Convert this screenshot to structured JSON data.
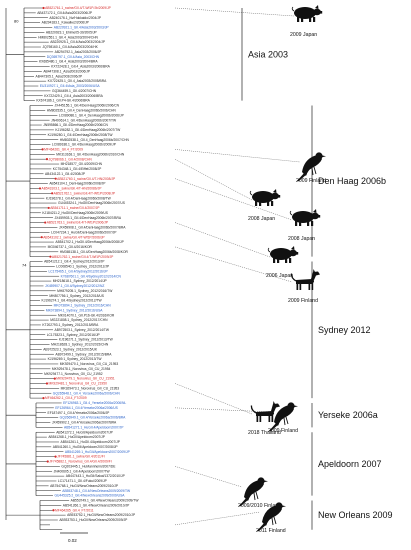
{
  "colors": {
    "black": "#222222",
    "red": "#d62a2a",
    "blue": "#2a62c9"
  },
  "clades": [
    {
      "name": "Asia 2003"
    },
    {
      "name": "Den Haag 2006b"
    },
    {
      "name": "Sydney 2012"
    },
    {
      "name": "Yerseke 2006a"
    },
    {
      "name": "Apeldoorn 2007"
    },
    {
      "name": "New Orleans 2009"
    }
  ],
  "annotations": [
    "2009 Japan",
    "2009 Finland",
    "2008 Japan",
    "2008 Japan",
    "2006 Japan",
    "2009 Finland",
    "2018 Thailand",
    "2009 Finland",
    "2009/2010 Finland",
    "2011 Finland"
  ],
  "bootstrap": [
    "80",
    "74"
  ],
  "scale_label": "0.02",
  "tips": [
    {
      "label": "AB521761.1_swine/GII.4/T-Wf1P/Jb/2009/JP",
      "color": "red"
    },
    {
      "label": "AB437172.1_GII.4/Asia2003/2006/JP",
      "color": "black"
    },
    {
      "label": "AB240176.1_Nv/Hokkaido/2004/JP",
      "color": "black"
    },
    {
      "label": "AB294183.1_Kawaike2/2006/JP",
      "color": "black"
    },
    {
      "label": "AB220921.1_GII.4/Asia2003/2003/JP",
      "color": "blue"
    },
    {
      "label": "AB220923.1_Ehime05-30/2005/JP",
      "color": "black"
    },
    {
      "label": "HM802551.1_GII.4_Asia2003/2004/CHN",
      "color": "black"
    },
    {
      "label": "AB220925.1_GII.4/Asia2003/2004/JP",
      "color": "black"
    },
    {
      "label": "JQ798160.1_GII.4/Asia2003/2004/HK",
      "color": "black"
    },
    {
      "label": "AB294792.1_Asia2003/2006/JP",
      "color": "black"
    },
    {
      "label": "DQ369797.1_GII.4/Asia_2003/CHN",
      "color": "blue"
    },
    {
      "label": "KX685480.1_GII.4_Asia2003/2004/BRA",
      "color": "black"
    },
    {
      "label": "KX722428.1_GII.4_Asia2003/2006/BRA",
      "color": "black"
    },
    {
      "label": "AB447308.1_Asia2003/2006/JP",
      "color": "black"
    },
    {
      "label": "AB447305.1_Asia2003/2006/JP",
      "color": "black"
    },
    {
      "label": "KX722425.1_GII.4_Asia2003/2005/BRA",
      "color": "black"
    },
    {
      "label": "EU310927.1_GII.4/Asia_2003/2006/USA",
      "color": "blue"
    },
    {
      "label": "GQ364459.1_GII.4/2007/CHN",
      "color": "black"
    },
    {
      "label": "KX722429.1_GII.4_Asia2003/2006/BRA",
      "color": "black"
    },
    {
      "label": "KX674186.1_GII.P4-GII.4/2006/BRA",
      "color": "black"
    },
    {
      "label": "JX445155.1_GII.4/DenHaag2006b/2006/CN",
      "color": "black"
    },
    {
      "label": "HM802535.1_GII.4_DenHaag2006b/2006/CHN",
      "color": "black"
    },
    {
      "label": "LC089086.1_GII.4_DenHaag2006b/2006/JP",
      "color": "black"
    },
    {
      "label": "JN400614.1_GII.4/DenHaag2006b/2007/TW",
      "color": "black"
    },
    {
      "label": "JN595866.1_GII.4/DenHaag2006b/2006/CN",
      "color": "black"
    },
    {
      "label": "KJ196282.1_GII.4/DenHaag2006b/2007/TW",
      "color": "black"
    },
    {
      "label": "KJ196280.1_GII.4/DenHaag2006b/2008/TW",
      "color": "black"
    },
    {
      "label": "HM802538.1_GII.4_DenHaag2006b/2007/CHN",
      "color": "black"
    },
    {
      "label": "LC089186.1_GII.4/DenHaag2006b/2009/JP",
      "color": "black"
    },
    {
      "label": "MF464261_GII.4_FT/2009",
      "color": "red"
    },
    {
      "label": "MK313168.1_GII.4/DenHaag2006b/2010/CHN",
      "color": "black"
    },
    {
      "label": "JQ798066.1_GII.4/2008/CHN",
      "color": "red"
    },
    {
      "label": "MH218577_GII.4/2009/CHN",
      "color": "black"
    },
    {
      "label": "KC754348.1_GII.4/Eiffel/2008/JP",
      "color": "black"
    },
    {
      "label": "AB434122.1_GII.4/2008/JP",
      "color": "black"
    },
    {
      "label": "AB521760.1_swine/GII.4/T-HN/2008/JP",
      "color": "red"
    },
    {
      "label": "AB543104.1_DenHaag2006b/2008/JP",
      "color": "black"
    },
    {
      "label": "AB543103.1_swine/GII.4/T-HN/2008b/JP",
      "color": "red"
    },
    {
      "label": "AB521762.1_swine/GII.4/T-Wf1P/2008/JP",
      "color": "red"
    },
    {
      "label": "KJ196278.1_GII.4/DenHaag2006b/2008/TW",
      "color": "black"
    },
    {
      "label": "GU445324.1_HuGII/DenHaag2006b/2007/US",
      "color": "black"
    },
    {
      "label": "AB541711.1_swine/GII.4/2007/JP",
      "color": "red"
    },
    {
      "label": "KJ184211.2_HuGII/DenHaag2006b/2009/US",
      "color": "black"
    },
    {
      "label": "JX459903.1_GII.4/DenHaag2006b/2007/BRA",
      "color": "black"
    },
    {
      "label": "AB521763.1_swine/GII.4/T-Wf1P/2006/JP",
      "color": "red"
    },
    {
      "label": "JX459908.1_GII.4/DenHaag2006b/2007/BRA",
      "color": "black"
    },
    {
      "label": "LC047234.1_HuGII/DenHaag2006b/2007/JP",
      "color": "black"
    },
    {
      "label": "AB543102.1_swine/GII.4/T-Wf1P/2006/JP",
      "color": "red"
    },
    {
      "label": "AB541702.1_HuGII.4/DenHaag2006b/2008/JP",
      "color": "black"
    },
    {
      "label": "MG046737.1_GII.4/2016/KOR",
      "color": "black"
    },
    {
      "label": "HM365138.1_GII.4/DenHaag2006b/2008/KOR",
      "color": "black"
    },
    {
      "label": "AB521762.1_swine/GII.4/T-Wf1P/2009/JP",
      "color": "red"
    },
    {
      "label": "AB541212.1_GII.4_Sydney2012/2013/JP",
      "color": "black"
    },
    {
      "label": "LC008540.1_Sydney_2012/2012/JP",
      "color": "black"
    },
    {
      "label": "LC175465.1_GII.4/Sydney2012/2016/JP",
      "color": "blue"
    },
    {
      "label": "KY687601.1_GII.4/Sydney2012/2014/CN",
      "color": "blue"
    },
    {
      "label": "MH218618.1_Sydney_2012/2014/JP",
      "color": "black"
    },
    {
      "label": "JX459907.1_GII.4/Sydney2012/2012/NZ",
      "color": "blue"
    },
    {
      "label": "MH879205.1_Sydney_2012/2016/TW",
      "color": "black"
    },
    {
      "label": "MH807756.1_Sydney_2012/2018/US",
      "color": "black"
    },
    {
      "label": "KJ196274.1_GII.4/Sydney2012/2012/TW",
      "color": "black"
    },
    {
      "label": "MK073894.1_Sydney_2012/2016/CHN",
      "color": "blue"
    },
    {
      "label": "MK073894.1_Sydney_2012/2016/USA",
      "color": "blue"
    },
    {
      "label": "MK014070.1_GII.P16-GII.4/2016/KOR",
      "color": "black"
    },
    {
      "label": "MG221808.1_Sydney_2012/2017/CHN",
      "color": "black"
    },
    {
      "label": "KT202793.1_Sydney_2012/2015/BRA",
      "color": "black"
    },
    {
      "label": "AB972503.1_Sydney_2012/2014/TW",
      "color": "black"
    },
    {
      "label": "LC175323.1_Sydney_2012/2016/JP",
      "color": "black"
    },
    {
      "label": "KJ196271.1_Sydney_2012/2013/TW",
      "color": "black"
    },
    {
      "label": "MH218628.1_Sydney_2012/2015/CHN",
      "color": "black"
    },
    {
      "label": "AB972523.1_Sydney_2012/2015/UK",
      "color": "black"
    },
    {
      "label": "AB972499.1_Sydney_2012/2015/BRA",
      "color": "black"
    },
    {
      "label": "KJ196269.1_Sydney_2012/2013/TW",
      "color": "black"
    },
    {
      "label": "MK929470.1_Norovirus_GII_CU_21953",
      "color": "black"
    },
    {
      "label": "MK929478.1_Norovirus_GII_CU_21954",
      "color": "black"
    },
    {
      "label": "MK929477.1_Norovirus_GII_CU_21952",
      "color": "black"
    },
    {
      "label": "MK929479.1_Norovirus_GII_CU_21951",
      "color": "red"
    },
    {
      "label": "MK929481.1_Norovirus_GII_CU_21950",
      "color": "red"
    },
    {
      "label": "MK929473.1_Norovirus_GII_CU_21953",
      "color": "black"
    },
    {
      "label": "GQ265948.1_GII.4_Yerseke2006a/2006/CHN",
      "color": "blue"
    },
    {
      "label": "MF464262.1_GII.4_FT/2009",
      "color": "red"
    },
    {
      "label": "EF126963.1_GII.4_Yerseke2006a/2006/NL",
      "color": "blue"
    },
    {
      "label": "EF126964.1_GII.4/Yerseke2006a/2006/US",
      "color": "blue"
    },
    {
      "label": "EF187497.1_GII.4/Yerseke2006a/2006/JP",
      "color": "black"
    },
    {
      "label": "GQ266949.1_GII.4/Yerseke2006a/2006/BRA",
      "color": "blue"
    },
    {
      "label": "JX459902.1_GII.4/Yerseke2006a/2007/BRA",
      "color": "black"
    },
    {
      "label": "AB541271.1_HuGII.4/Apeldoorn2007/JP",
      "color": "blue"
    },
    {
      "label": "AB541272.1_HuGII/Apeldoorn2007/JP",
      "color": "black"
    },
    {
      "label": "AB541268.1_HuGII/Apeldoorn2007/JP",
      "color": "black"
    },
    {
      "label": "AB541261.1_HuGII.4/Apeldoorn2007/JP",
      "color": "black"
    },
    {
      "label": "AB541260.1_HuGII/Apeldoorn2007/2008/JP",
      "color": "black"
    },
    {
      "label": "AB541269.1_HuGII/Apeldoorn2007/2009/JP",
      "color": "blue"
    },
    {
      "label": "JF745881.1_swine/GII.4/2011/FI",
      "color": "red"
    },
    {
      "label": "JF745882.1_Norovirus_GII.4/GII.4/2009/FI",
      "color": "red"
    },
    {
      "label": "GQ203445.1_HuMannheim/2007/DE",
      "color": "black"
    },
    {
      "label": "JN400605.1_GII.4/Apeldoorn2007/TW",
      "color": "black"
    },
    {
      "label": "AB447443.1_HuGII/Sakai/1372/2010/JP",
      "color": "black"
    },
    {
      "label": "LC171471.1_GII.4/Fukui/2009/JP",
      "color": "black"
    },
    {
      "label": "AB754768.1_HuGII/NewOrleans2009/2010/JP",
      "color": "black"
    },
    {
      "label": "AB553748.1_GII.4/NewOrleans2009/2009/TW",
      "color": "blue"
    },
    {
      "label": "GU445325.2_GII.4/NewOrleans2009/2009/USA",
      "color": "blue"
    },
    {
      "label": "AB553749.1_GII.4/NewOrleans2009/2009/TW",
      "color": "black"
    },
    {
      "label": "AB541266.1_GII.4/NewOrleans2009/2010/JP",
      "color": "black"
    },
    {
      "label": "MF464265_GII.4_FT/2011",
      "color": "red"
    },
    {
      "label": "AB933752.1_HuGII/NewOrleans2009/2010/JP",
      "color": "black"
    },
    {
      "label": "AB933753.1_HuGII/NewOrleans2009/2009/JP",
      "color": "black"
    }
  ]
}
